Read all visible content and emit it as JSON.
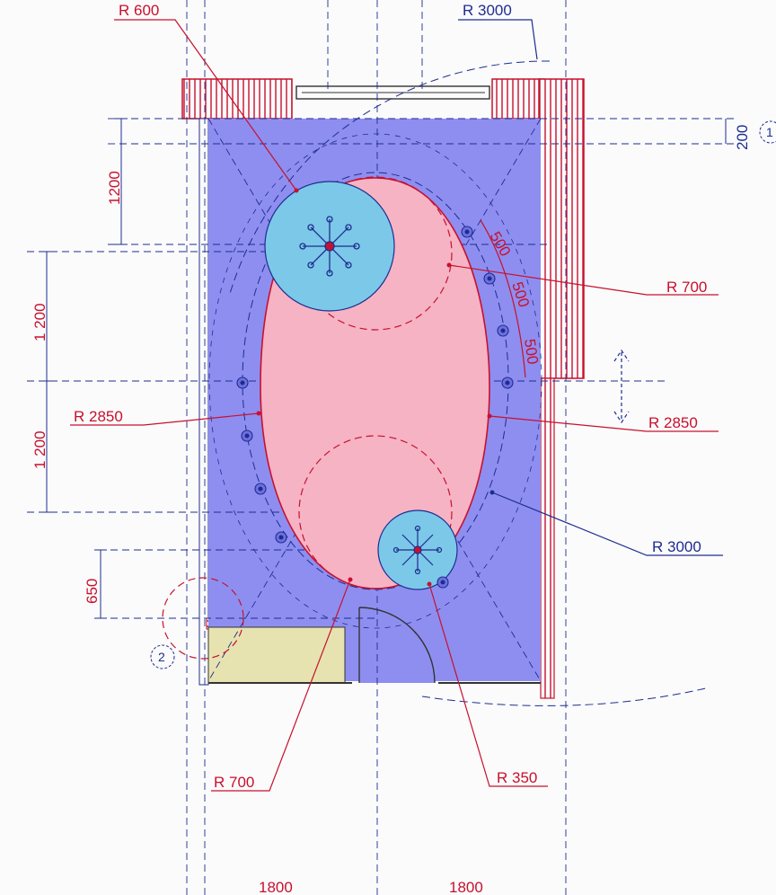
{
  "colors": {
    "floor": "#8e8ef0",
    "oval": "#f6b3c4",
    "circle": "#7cc8e8",
    "bench": "#e6e3b0",
    "red": "#c8102e",
    "blue": "#1d2d8f",
    "hatch": "#c8102e"
  },
  "callouts": {
    "r600": "R 600",
    "r3000_top": "R 3000",
    "r700_right": "R 700",
    "r2850_left": "R 2850",
    "r2850_right": "R 2850",
    "r3000_right": "R 3000",
    "r700_bottom": "R 700",
    "r350": "R 350"
  },
  "dimensions": {
    "left_upper": "1200",
    "left_middle": "1 200",
    "left_lower": "1 200",
    "left_bottom": "650",
    "right_top": "200",
    "spacing_1": "500",
    "spacing_2": "500",
    "spacing_3": "500",
    "bottom_left": "1800",
    "bottom_right": "1800"
  },
  "section_marks": {
    "mark_1": "1",
    "mark_2": "2"
  },
  "icons": {
    "chandelier_large": "chandelier-icon",
    "chandelier_small": "chandelier-icon",
    "spotlight": "spotlight-icon",
    "direction_arrow": "double-arrow-icon"
  }
}
